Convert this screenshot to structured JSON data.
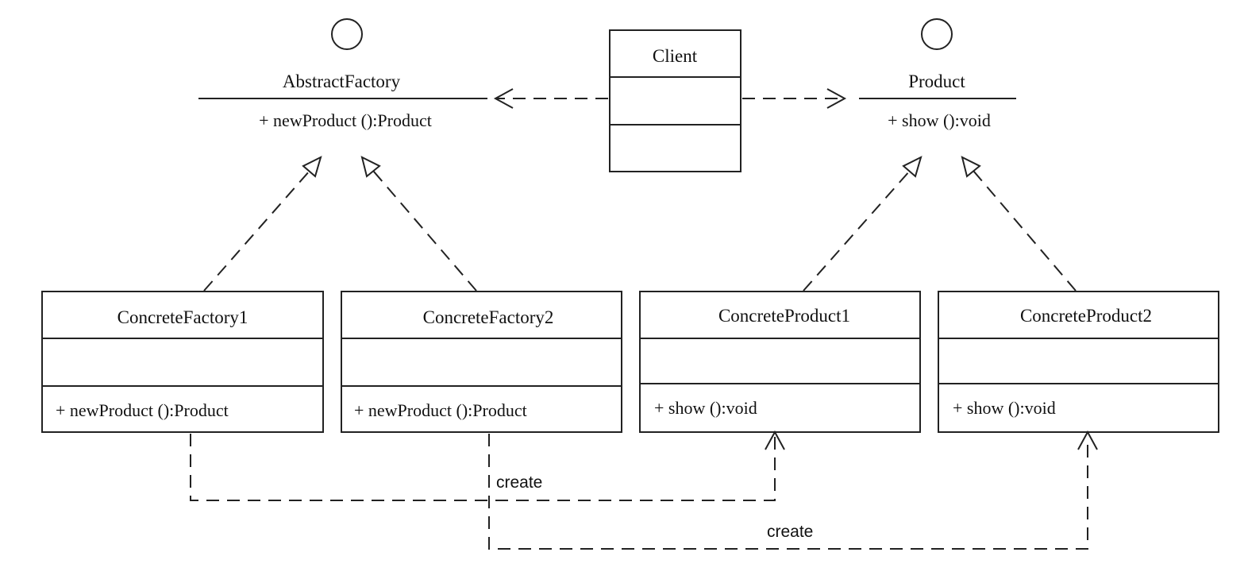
{
  "interfaces": {
    "abstract_factory": {
      "name": "AbstractFactory",
      "method": "+ newProduct ():Product"
    },
    "product": {
      "name": "Product",
      "method": "+ show ():void"
    }
  },
  "classes": {
    "client": {
      "name": "Client"
    },
    "concrete_factory_1": {
      "name": "ConcreteFactory1",
      "method": "+ newProduct ():Product"
    },
    "concrete_factory_2": {
      "name": "ConcreteFactory2",
      "method": "+ newProduct ():Product"
    },
    "concrete_product_1": {
      "name": "ConcreteProduct1",
      "method": "+ show ():void"
    },
    "concrete_product_2": {
      "name": "ConcreteProduct2",
      "method": "+ show ():void"
    }
  },
  "relations": {
    "create_1": "create",
    "create_2": "create"
  }
}
